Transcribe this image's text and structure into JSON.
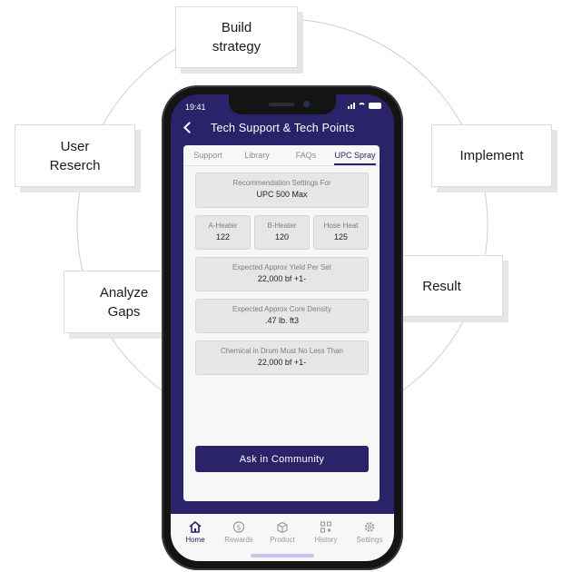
{
  "diagram": {
    "cards": {
      "build_strategy": [
        "Build",
        "strategy"
      ],
      "user_research": [
        "User",
        "Reserch"
      ],
      "implement": [
        "Implement"
      ],
      "analyze_gaps": [
        "Analyze",
        "Gaps"
      ],
      "result": [
        "Result"
      ]
    }
  },
  "status_bar": {
    "time": "19:41"
  },
  "header": {
    "title": "Tech Support & Tech Points"
  },
  "tabs": [
    {
      "label": "Support"
    },
    {
      "label": "Library"
    },
    {
      "label": "FAQs"
    },
    {
      "label": "UPC Spray"
    }
  ],
  "recommendation": {
    "label": "Recommendation Settings For",
    "value": "UPC 500 Max"
  },
  "heaters": [
    {
      "label": "A-Heater",
      "value": "122"
    },
    {
      "label": "B-Heater",
      "value": "120"
    },
    {
      "label": "Hose Heat",
      "value": "125"
    }
  ],
  "yield": {
    "label": "Expected Approx Yield Per Set",
    "value": "22,000 bf +1-"
  },
  "density": {
    "label": "Expected Approx Core Density",
    "value": ".47 lb. ft3"
  },
  "chemical": {
    "label": "Chemical in Drum Must No Less Than",
    "value": "22,000 bf +1-"
  },
  "cta": {
    "label": "Ask in Community"
  },
  "nav": [
    {
      "label": "Home",
      "icon": "home-icon"
    },
    {
      "label": "Rewards",
      "icon": "dollar-icon"
    },
    {
      "label": "Product",
      "icon": "box-icon"
    },
    {
      "label": "History",
      "icon": "qr-icon"
    },
    {
      "label": "Settings",
      "icon": "gear-icon"
    }
  ],
  "colors": {
    "primary": "#2b2369",
    "accent": "#33d67a"
  }
}
